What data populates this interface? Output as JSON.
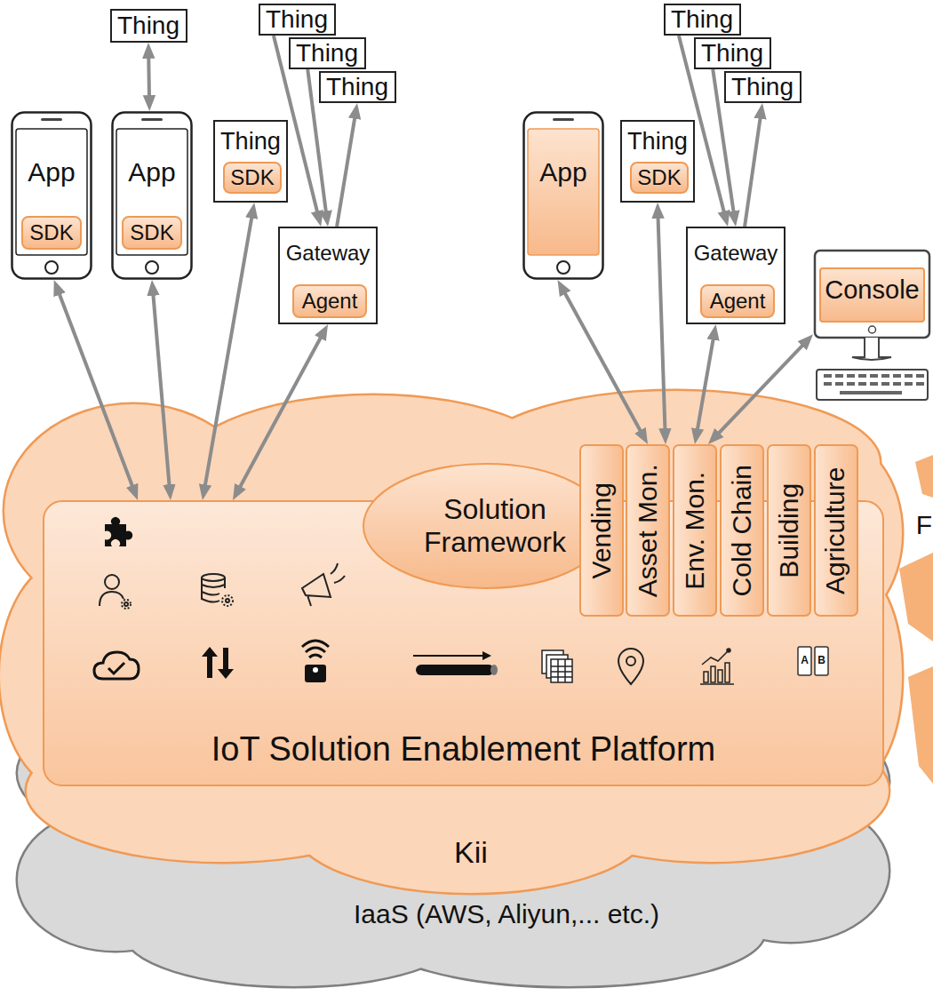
{
  "diagram": {
    "nodes": [
      {
        "text": [
          "Thing"
        ]
      },
      {
        "text": [
          "Thing"
        ]
      },
      {
        "text": [
          "Thing"
        ]
      },
      {
        "text": [
          "Thing"
        ]
      },
      {
        "text": [
          "App"
        ]
      },
      {
        "text": [
          "SDK"
        ],
        "in": 4
      },
      {
        "text": [
          "App"
        ]
      },
      {
        "text": [
          "SDK"
        ],
        "in": 6
      },
      {
        "text": [
          "Thing"
        ]
      },
      {
        "text": [
          "SDK"
        ],
        "in": 8
      },
      {
        "text": [
          "Gateway"
        ]
      },
      {
        "text": [
          "Agent"
        ],
        "in": 10
      },
      {
        "text": [
          "Thing"
        ]
      },
      {
        "text": [
          "Thing"
        ]
      },
      {
        "text": [
          "Thing"
        ]
      },
      {
        "text": [
          "App"
        ]
      },
      {
        "text": [
          "Thing"
        ]
      },
      {
        "text": [
          "SDK"
        ],
        "in": 16
      },
      {
        "text": [
          "Gateway"
        ]
      },
      {
        "text": [
          "Agent"
        ],
        "in": 18
      },
      {
        "text": [
          "Console"
        ]
      },
      {
        "text": [
          "IaaS (AWS, Aliyun,... etc.)"
        ]
      },
      {
        "text": [
          "Kii"
        ],
        "in": 21
      },
      {
        "text": [
          "IoT Solution Enablement Platform"
        ],
        "in": 22
      },
      {
        "text": [
          "Solution Framework"
        ],
        "in": 23
      },
      {
        "text": [
          "Vending"
        ],
        "in": 23
      },
      {
        "text": [
          "Asset Mon."
        ],
        "in": 23
      },
      {
        "text": [
          "Env. Mon."
        ],
        "in": 23
      },
      {
        "text": [
          "Cold Chain"
        ],
        "in": 23
      },
      {
        "text": [
          "Building"
        ],
        "in": 23
      },
      {
        "text": [
          "Agriculture"
        ],
        "in": 23
      }
    ],
    "edges": [
      {
        "from": 0,
        "to": 6,
        "arrow": "both"
      },
      {
        "from": 1,
        "to": 10,
        "arrow": "to"
      },
      {
        "from": 2,
        "to": 10,
        "arrow": "to"
      },
      {
        "from": 10,
        "to": 3,
        "arrow": "to"
      },
      {
        "from": 4,
        "to": 23,
        "arrow": "both"
      },
      {
        "from": 6,
        "to": 23,
        "arrow": "both"
      },
      {
        "from": 8,
        "to": 23,
        "arrow": "both"
      },
      {
        "from": 10,
        "to": 23,
        "arrow": "both"
      },
      {
        "from": 12,
        "to": 18,
        "arrow": "to"
      },
      {
        "from": 13,
        "to": 18,
        "arrow": "to"
      },
      {
        "from": 18,
        "to": 14,
        "arrow": "to"
      },
      {
        "from": 15,
        "to": 26,
        "arrow": "both"
      },
      {
        "from": 16,
        "to": 26,
        "arrow": "both"
      },
      {
        "from": 18,
        "to": 27,
        "arrow": "both"
      },
      {
        "from": 20,
        "to": 27,
        "arrow": "both"
      }
    ],
    "labels": [
      "F",
      "A",
      "B"
    ]
  }
}
